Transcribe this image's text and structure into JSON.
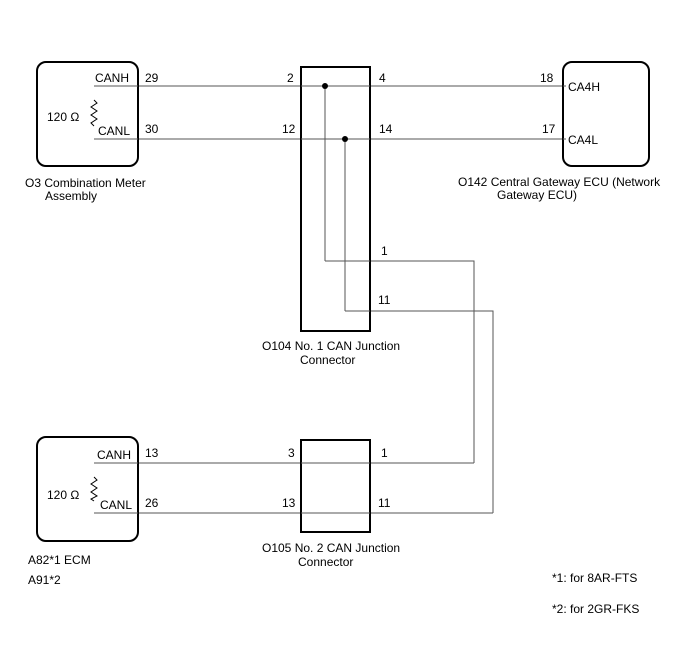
{
  "components": {
    "combination_meter": {
      "code": "O3",
      "name_line1": "Combination Meter",
      "name_line2": "Assembly",
      "resistor": "120 Ω",
      "canh_label": "CANH",
      "canl_label": "CANL",
      "canh_pin": "29",
      "canl_pin": "30"
    },
    "gateway_ecu": {
      "code": "O142",
      "name_line1": "Central Gateway ECU (Network",
      "name_line2": "Gateway ECU)",
      "ca4h_label": "CA4H",
      "ca4l_label": "CA4L",
      "ca4h_pin": "18",
      "ca4l_pin": "17"
    },
    "junction_1": {
      "code": "O104",
      "name_line1": "No. 1 CAN Junction",
      "name_line2": "Connector",
      "pins": {
        "left_top": "2",
        "left_bottom": "12",
        "right_top": "4",
        "right_bottom": "14",
        "branch_1": "1",
        "branch_11": "11"
      }
    },
    "ecm": {
      "code1": "A82*1",
      "code2": "A91*2",
      "name": "ECM",
      "resistor": "120 Ω",
      "canh_label": "CANH",
      "canl_label": "CANL",
      "canh_pin": "13",
      "canl_pin": "26"
    },
    "junction_2": {
      "code": "O105",
      "name_line1": "No. 2 CAN Junction",
      "name_line2": "Connector",
      "pins": {
        "left_top": "3",
        "left_bottom": "13",
        "right_top": "1",
        "right_bottom": "11"
      }
    }
  },
  "notes": {
    "note1": "*1: for 8AR-FTS",
    "note2": "*2: for 2GR-FKS"
  }
}
